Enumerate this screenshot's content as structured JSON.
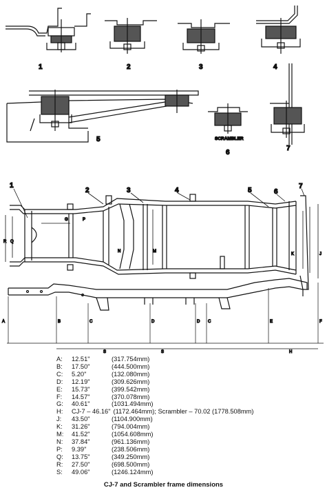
{
  "mount_labels": {
    "m1": "1",
    "m2": "2",
    "m3": "3",
    "m4": "4",
    "m5": "5",
    "m6": "6",
    "m7": "7",
    "scrambler": "SCRAMBLER"
  },
  "frame_labels": {
    "f1": "1",
    "f2": "2",
    "f3": "3",
    "f4": "4",
    "f5": "5",
    "f6": "6",
    "f7": "7"
  },
  "dimension_letters": [
    "A",
    "B",
    "C",
    "D",
    "E",
    "F",
    "G",
    "H",
    "J",
    "K",
    "M",
    "N",
    "P",
    "Q",
    "R",
    "S"
  ],
  "dimensions": [
    {
      "key": "A:",
      "value": "12.51\"",
      "metric": "(317.754mm)"
    },
    {
      "key": "B:",
      "value": "17.50\"",
      "metric": "(444.500mm)"
    },
    {
      "key": "C:",
      "value": "5.20\"",
      "metric": "(132.080mm)"
    },
    {
      "key": "D:",
      "value": "12.19\"",
      "metric": "(309.626mm)"
    },
    {
      "key": "E:",
      "value": "15.73\"",
      "metric": "(399.542mm)"
    },
    {
      "key": "F:",
      "value": "14.57\"",
      "metric": "(370.078mm)"
    },
    {
      "key": "G:",
      "value": "40.61\"",
      "metric": "(1031.494mm)"
    },
    {
      "key": "H:",
      "value": "CJ-7  –  46.16\"",
      "metric": "(1172.464mm);  Scrambler  –  70.02  (1778.508mm)"
    },
    {
      "key": "J:",
      "value": "43.50\"",
      "metric": "(1104.900mm)"
    },
    {
      "key": "K:",
      "value": "31.26\"",
      "metric": "(794.004mm)"
    },
    {
      "key": "M:",
      "value": "41.52\"",
      "metric": "(1054.608mm)"
    },
    {
      "key": "N:",
      "value": "37.84\"",
      "metric": "(961.136mm)"
    },
    {
      "key": "P:",
      "value": "9.39\"",
      "metric": "(238.506mm)"
    },
    {
      "key": "Q:",
      "value": "13.75\"",
      "metric": "(349.250mm)"
    },
    {
      "key": "R:",
      "value": "27.50\"",
      "metric": "(698.500mm)"
    },
    {
      "key": "S:",
      "value": "49.06\"",
      "metric": "(1246.124mm)"
    }
  ],
  "caption": "CJ-7 and Scrambler frame dimensions"
}
